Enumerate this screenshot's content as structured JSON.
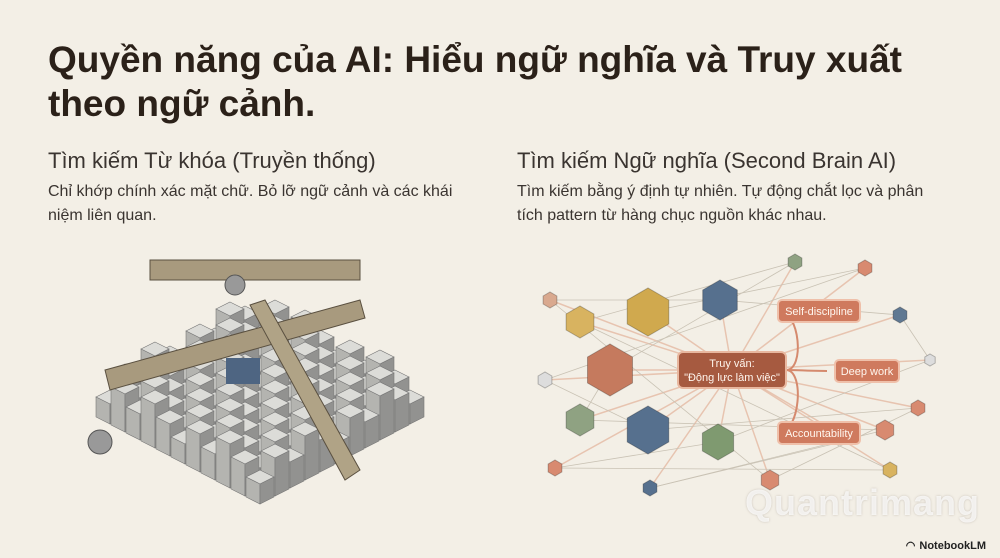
{
  "title": "Quyền năng của AI: Hiểu ngữ nghĩa và Truy xuất theo ngữ cảnh.",
  "left": {
    "heading": "Tìm kiếm Từ khóa (Truyền thống)",
    "text": "Chỉ khớp chính xác mặt chữ. Bỏ lỡ ngữ cảnh và các khái niệm liên quan."
  },
  "right": {
    "heading": "Tìm kiếm Ngữ nghĩa (Second Brain AI)",
    "text": "Tìm kiếm bằng ý định tự nhiên. Tự động chắt lọc và phân tích pattern từ hàng chục nguồn khác nhau.",
    "query_line1": "Truy vấn:",
    "query_line2": "\"Động lực làm việc\"",
    "nodes": [
      "Self-discipline",
      "Deep work",
      "Accountability"
    ]
  },
  "watermark": "Quantrimang",
  "brand": "NotebookLM",
  "colors": {
    "background": "#f3efe6",
    "accent": "#c9735a",
    "title": "#2b2119"
  }
}
